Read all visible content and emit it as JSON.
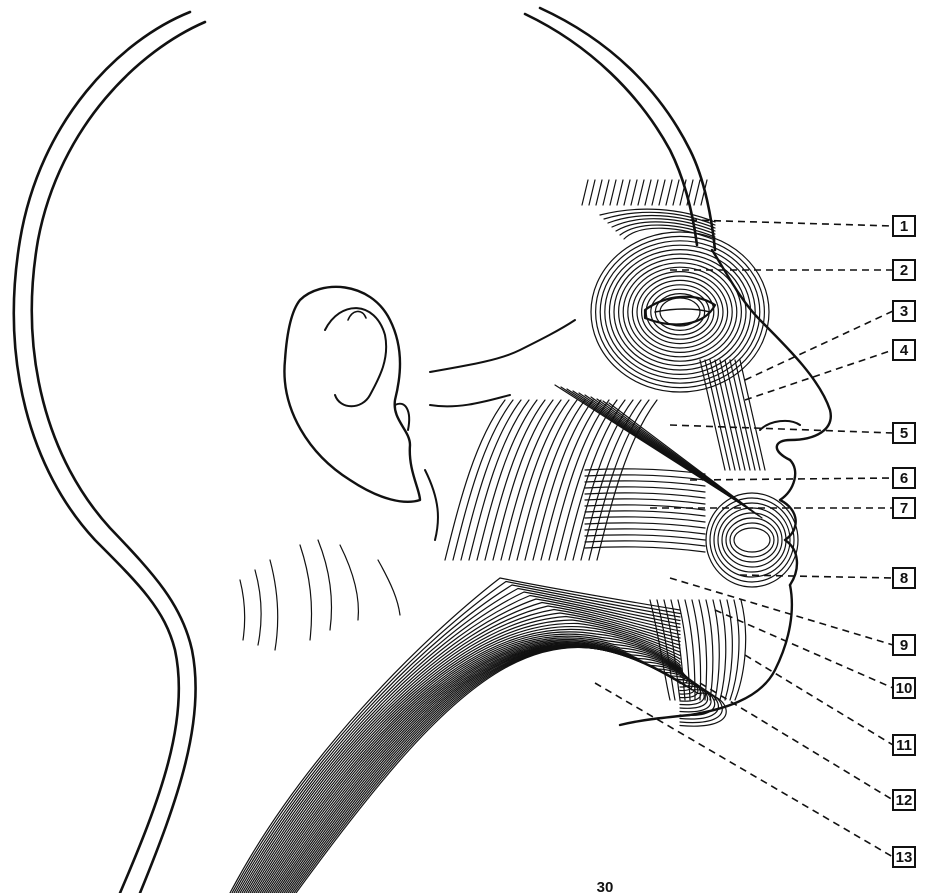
{
  "labels": [
    "1",
    "2",
    "3",
    "4",
    "5",
    "6",
    "7",
    "8",
    "9",
    "10",
    "11",
    "12",
    "13"
  ],
  "footer": "30",
  "colors": {
    "ink": "#111111",
    "paper": "#ffffff"
  }
}
